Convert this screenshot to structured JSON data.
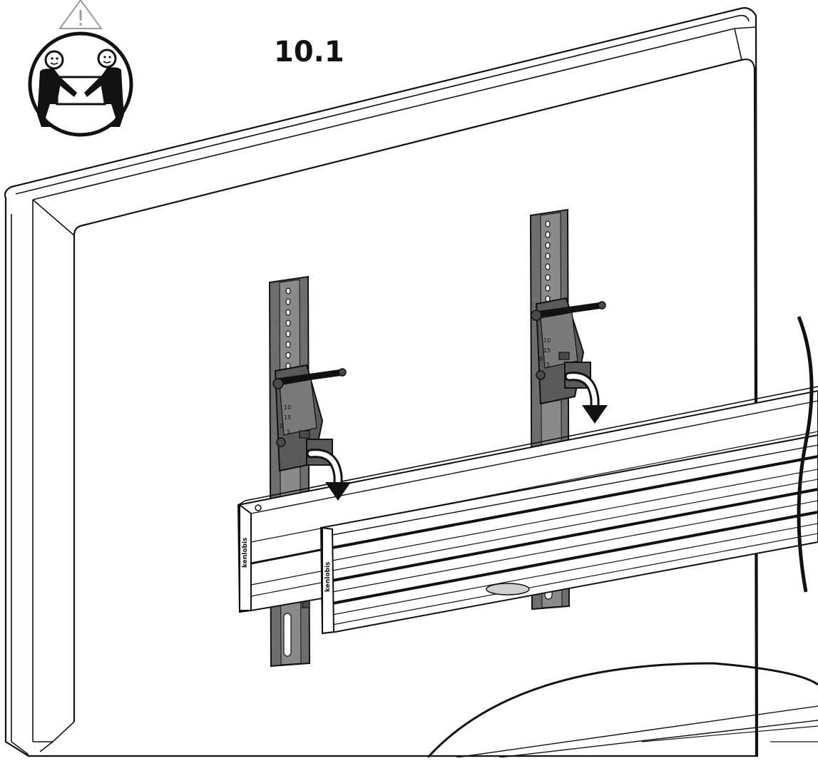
{
  "step": {
    "label": "10.1"
  },
  "warning": {
    "icon": "warning-triangle-icon",
    "symbol": "!"
  },
  "safety_pictogram": {
    "icon": "two-person-lift-icon"
  },
  "bracket": {
    "brand": "kenlobis",
    "scale_top": "10",
    "scale_mid": "15",
    "scale_small_1": "0",
    "scale_small_2": "5"
  },
  "colors": {
    "ink": "#111111",
    "bracket_fill": "#6e6e6e",
    "bracket_dark": "#4a4a4a",
    "arrow": "#222222",
    "warning_stroke": "#9a9a9a"
  }
}
